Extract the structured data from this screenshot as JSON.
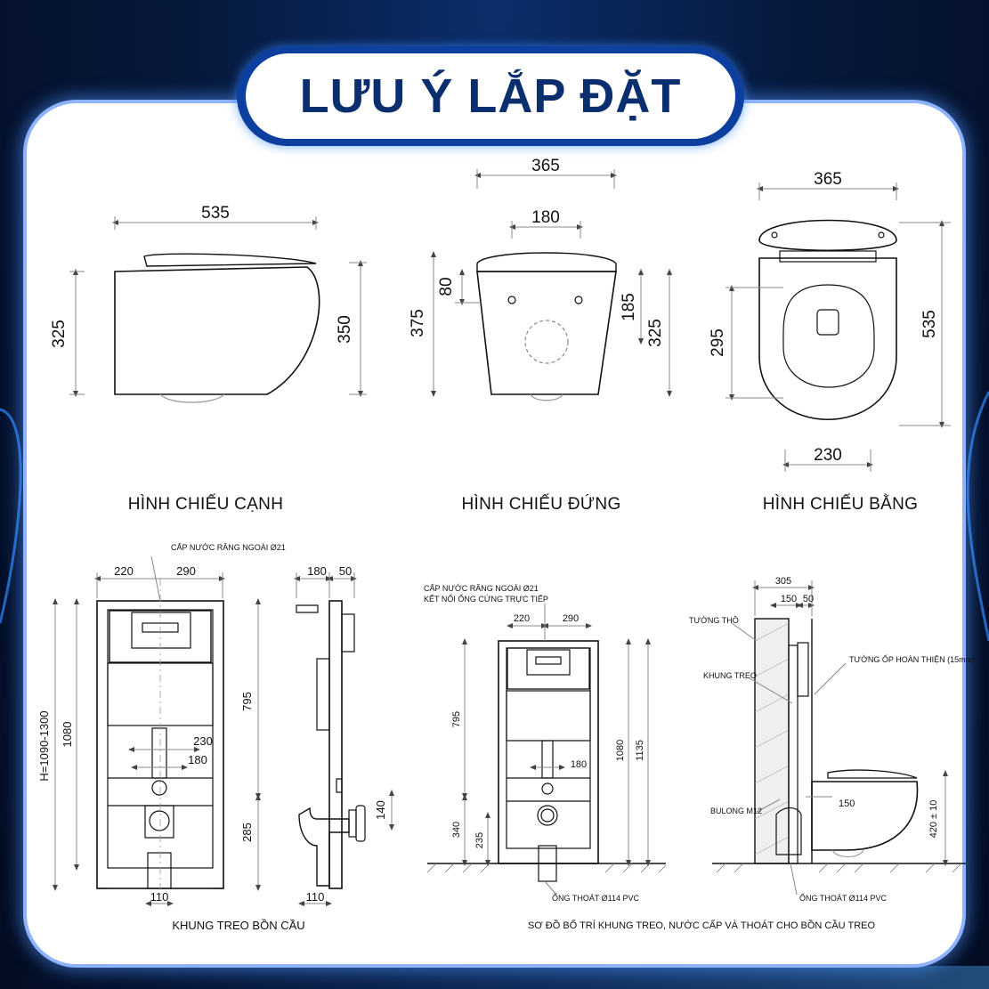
{
  "title": "LƯU Ý LẮP ĐẶT",
  "views": {
    "side": {
      "label": "HÌNH CHIẾU CẠNH",
      "width": "535",
      "height_left": "325",
      "height_right": "350"
    },
    "front": {
      "label": "HÌNH CHIẾU ĐỨNG",
      "width_top": "365",
      "width_inner": "180",
      "height_left": "375",
      "offset": "80",
      "h185": "185",
      "h325": "325"
    },
    "top": {
      "label": "HÌNH CHIẾU BẰNG",
      "width_top": "365",
      "width_bottom": "230",
      "height_left": "295",
      "height_right": "535"
    }
  },
  "frame": {
    "label": "KHUNG TREO BỒN CẦU",
    "supply_note": "CẤP NƯỚC RĂNG NGOÀI Ø21",
    "w220": "220",
    "w290": "290",
    "h_range": "H=1090-1300",
    "h1080": "1080",
    "h795": "795",
    "h285": "285",
    "d230": "230",
    "d180": "180",
    "b110": "110",
    "side_180": "180",
    "side_50": "50",
    "side_140": "140",
    "side_110": "110"
  },
  "layout": {
    "label": "SƠ ĐỒ BỐ TRÍ KHUNG TREO, NƯỚC CẤP VÀ THOÁT CHO BỒN CẦU TREO",
    "supply_note1": "CẤP NƯỚC RĂNG NGOÀI Ø21",
    "supply_note2": "KẾT NỐI ỐNG CỨNG TRỰC TIẾP",
    "w220": "220",
    "w290": "290",
    "h795": "795",
    "h340": "340",
    "h235": "235",
    "h1080": "1080",
    "h1135": "1135",
    "d180": "180",
    "drain": "ỐNG THOÁT Ø114 PVC",
    "w305": "305",
    "w150": "150",
    "w50": "50",
    "wall": "TƯỜNG THÔ",
    "frame_tag": "KHUNG TREO",
    "finish": "TƯỜNG ỐP HOÀN THIỆN (15mm)",
    "bolt": "BULONG M12",
    "d150": "150",
    "h420": "420 ± 10",
    "drain2": "ỐNG THOÁT Ø114 PVC"
  },
  "colors": {
    "accent": "#0b2f6e",
    "frame": "#8fb3ff",
    "line": "#111111"
  }
}
